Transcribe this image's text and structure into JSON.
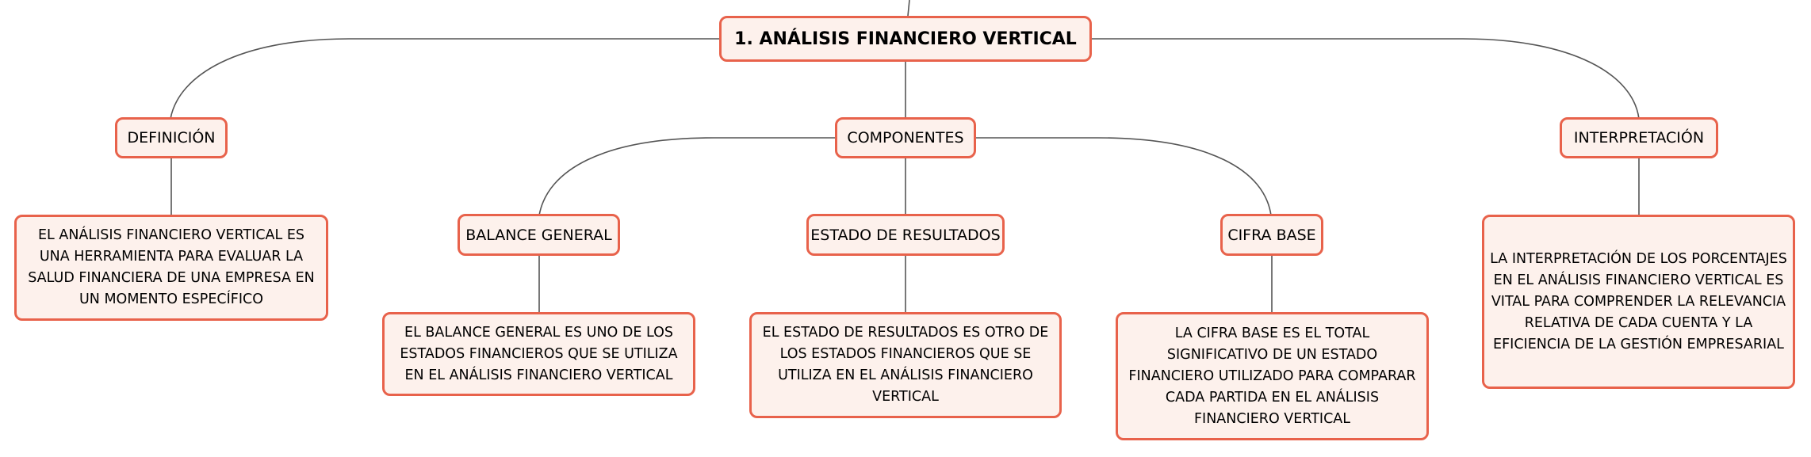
{
  "colors": {
    "node_border": "#e8624b",
    "node_fill": "#fdf1ec",
    "connector": "#555555"
  },
  "root": {
    "title": "1. ANÁLISIS FINANCIERO VERTICAL"
  },
  "branches": {
    "definicion": {
      "label": "DEFINICIÓN",
      "text": "EL ANÁLISIS FINANCIERO VERTICAL ES UNA HERRAMIENTA PARA EVALUAR LA SALUD FINANCIERA DE UNA EMPRESA EN UN MOMENTO ESPECÍFICO"
    },
    "componentes": {
      "label": "COMPONENTES",
      "children": {
        "balance_general": {
          "label": "BALANCE GENERAL",
          "text": "EL BALANCE GENERAL ES UNO DE LOS ESTADOS FINANCIEROS QUE SE UTILIZA EN EL ANÁLISIS FINANCIERO VERTICAL"
        },
        "estado_resultados": {
          "label": "ESTADO DE RESULTADOS",
          "text": "EL ESTADO DE RESULTADOS ES OTRO DE LOS ESTADOS FINANCIEROS QUE SE UTILIZA EN EL ANÁLISIS FINANCIERO VERTICAL"
        },
        "cifra_base": {
          "label": "CIFRA BASE",
          "text": "LA CIFRA BASE ES EL TOTAL SIGNIFICATIVO DE UN ESTADO FINANCIERO UTILIZADO PARA COMPARAR CADA PARTIDA EN EL ANÁLISIS FINANCIERO VERTICAL"
        }
      }
    },
    "interpretacion": {
      "label": "INTERPRETACIÓN",
      "text": "LA INTERPRETACIÓN DE LOS PORCENTAJES EN EL ANÁLISIS FINANCIERO VERTICAL ES VITAL PARA COMPRENDER LA RELEVANCIA RELATIVA DE CADA CUENTA Y LA EFICIENCIA DE LA GESTIÓN EMPRESARIAL"
    }
  }
}
